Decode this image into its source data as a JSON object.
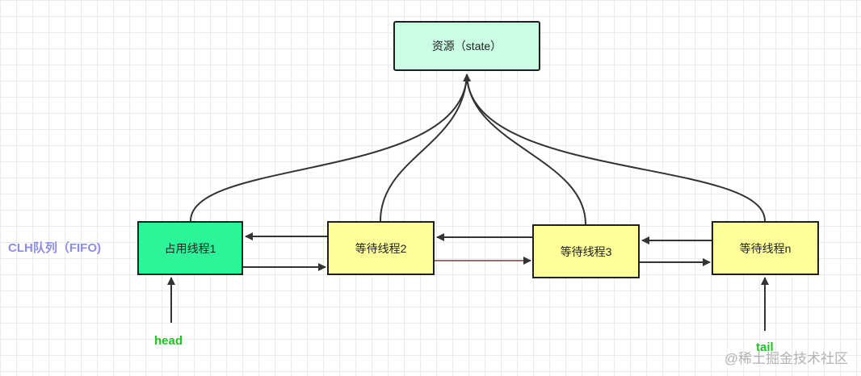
{
  "resource": {
    "label": "资源（state）"
  },
  "threads": [
    {
      "label": "占用线程1"
    },
    {
      "label": "等待线程2"
    },
    {
      "label": "等待线程3"
    },
    {
      "label": "等待线程n"
    }
  ],
  "queue_label": "CLH队列（FIFO)",
  "head_label": "head",
  "tail_label": "tail",
  "watermark": "@稀土掘金技术社区",
  "colors": {
    "resource_fill": "#c9fde4",
    "owner_fill": "#2cf498",
    "waiting_fill": "#ffff99",
    "queue_label": "#8c8ce8",
    "pointer_label": "#1fc41f"
  }
}
